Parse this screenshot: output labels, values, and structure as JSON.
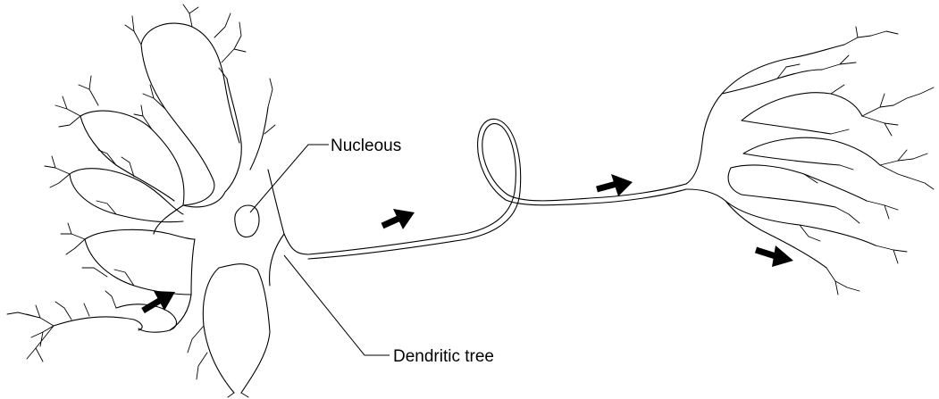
{
  "figure": {
    "labels": {
      "nucleus": "Nucleous",
      "dendritic_tree": "Dendritic tree"
    },
    "arrows": [
      {
        "name": "arrow-dendrite-input"
      },
      {
        "name": "arrow-axon-proximal"
      },
      {
        "name": "arrow-axon-distal"
      },
      {
        "name": "arrow-terminal-output"
      }
    ],
    "colors": {
      "stroke": "#000000",
      "background": "#ffffff"
    }
  }
}
